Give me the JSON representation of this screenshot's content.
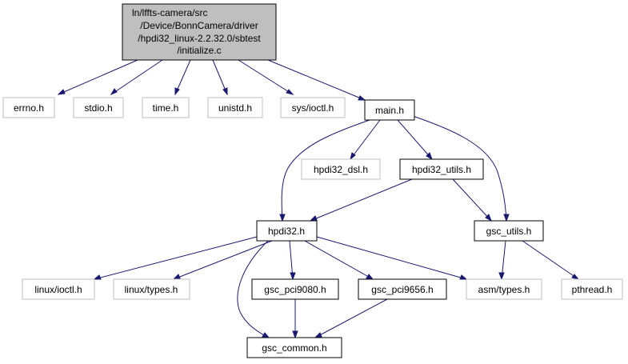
{
  "colors": {
    "edge": "#191970",
    "root_fill": "#bfbfbf",
    "solid_border": "#000000",
    "faded_border": "#bfbfbf"
  },
  "nodes": {
    "root": {
      "lines": [
        "ln/lffts-camera/src",
        "/Device/BonnCamera/driver",
        "/hpdi32_linux-2.2.32.0/sbtest",
        "/initialize.c"
      ]
    },
    "errno": {
      "label": "errno.h"
    },
    "stdio": {
      "label": "stdio.h"
    },
    "time": {
      "label": "time.h"
    },
    "unistd": {
      "label": "unistd.h"
    },
    "sys_ioctl": {
      "label": "sys/ioctl.h"
    },
    "main": {
      "label": "main.h"
    },
    "hpdi32_dsl": {
      "label": "hpdi32_dsl.h"
    },
    "hpdi32_utils": {
      "label": "hpdi32_utils.h"
    },
    "hpdi32": {
      "label": "hpdi32.h"
    },
    "gsc_utils": {
      "label": "gsc_utils.h"
    },
    "linux_ioctl": {
      "label": "linux/ioctl.h"
    },
    "linux_types": {
      "label": "linux/types.h"
    },
    "gsc_pci9080": {
      "label": "gsc_pci9080.h"
    },
    "gsc_pci9656": {
      "label": "gsc_pci9656.h"
    },
    "asm_types": {
      "label": "asm/types.h"
    },
    "pthread": {
      "label": "pthread.h"
    },
    "gsc_common": {
      "label": "gsc_common.h"
    }
  }
}
